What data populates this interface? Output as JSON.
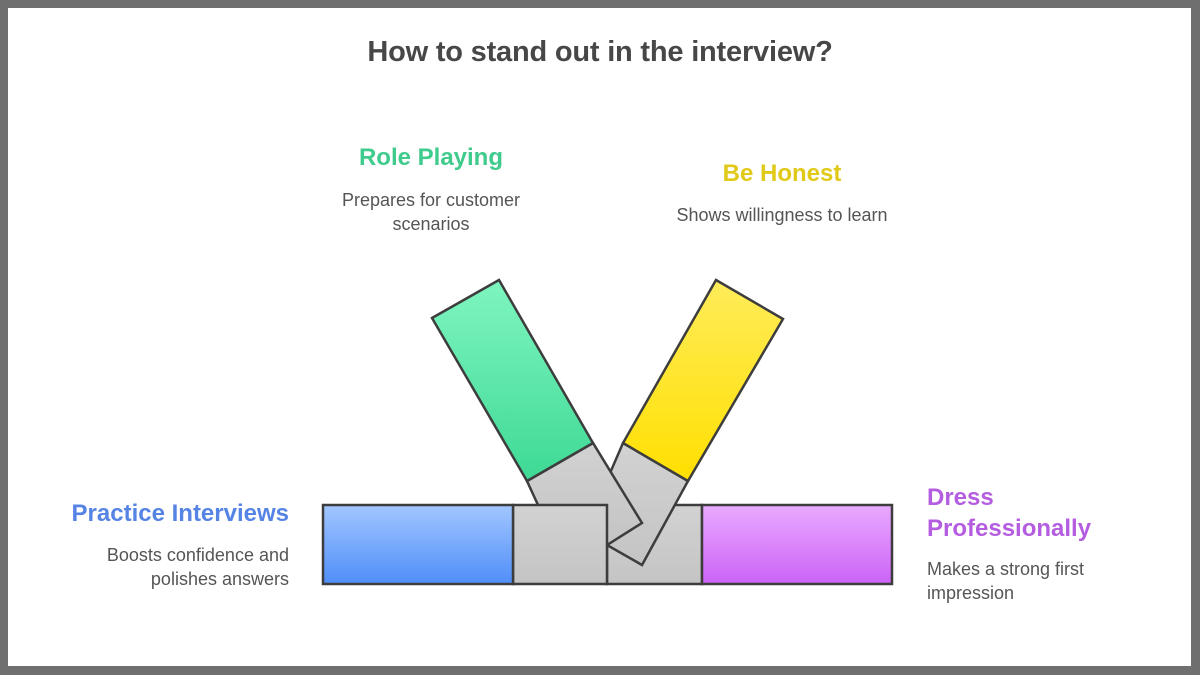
{
  "title": "How to stand out in the interview?",
  "items": [
    {
      "id": "role-playing",
      "heading": "Role Playing",
      "description_lines": [
        "Prepares for customer",
        "scenarios"
      ],
      "color": "#3fcb8c",
      "fill_top": "#7ff5c0",
      "fill_bottom": "#3ed995"
    },
    {
      "id": "be-honest",
      "heading": "Be Honest",
      "description_lines": [
        "Shows willingness to learn"
      ],
      "color": "#e0c919",
      "fill_top": "#ffea50",
      "fill_bottom": "#ffe000"
    },
    {
      "id": "practice-interviews",
      "heading": "Practice Interviews",
      "description_lines": [
        "Boosts confidence and",
        "polishes answers"
      ],
      "color": "#5584e4",
      "fill_top": "#a0c4ff",
      "fill_bottom": "#4f8ef8"
    },
    {
      "id": "dress-professionally",
      "heading_lines": [
        "Dress",
        "Professionally"
      ],
      "description_lines": [
        "Makes a strong first",
        "impression"
      ],
      "color": "#b45de0",
      "fill_top": "#e8a8ff",
      "fill_bottom": "#cc66f5"
    }
  ],
  "connector_color": "#c8c8c8",
  "outline_color": "#3d3d3d"
}
